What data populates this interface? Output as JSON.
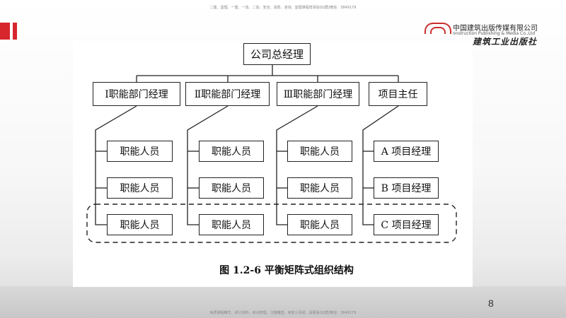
{
  "header_note": "二建、监理、一建、一造、二造、安全、消防、咨询、监理课程增添加QQ群/微信：3849179",
  "footer_note": "免费课程精华、讲义资料、考点梳理、习题精选、考前三页纸、请联系QQ群/微信：3849179",
  "logo": {
    "cn_name": "中国建筑出版传媒有限公司",
    "en_name": "onstruction Publishing & Media Co.,Ltd",
    "calligraphy": "建筑工业出版社"
  },
  "diagram": {
    "root": "公司总经理",
    "departments": [
      "Ⅰ职能部门经理",
      "Ⅱ职能部门经理",
      "Ⅲ职能部门经理",
      "项目主任"
    ],
    "columns": [
      [
        "职能人员",
        "职能人员",
        "职能人员"
      ],
      [
        "职能人员",
        "职能人员",
        "职能人员"
      ],
      [
        "职能人员",
        "职能人员",
        "职能人员"
      ],
      [
        "A 项目经理",
        "B 项目经理",
        "C 项目经理"
      ]
    ]
  },
  "caption": "图 1.2-6  平衡矩阵式组织结构",
  "page_number": "8"
}
